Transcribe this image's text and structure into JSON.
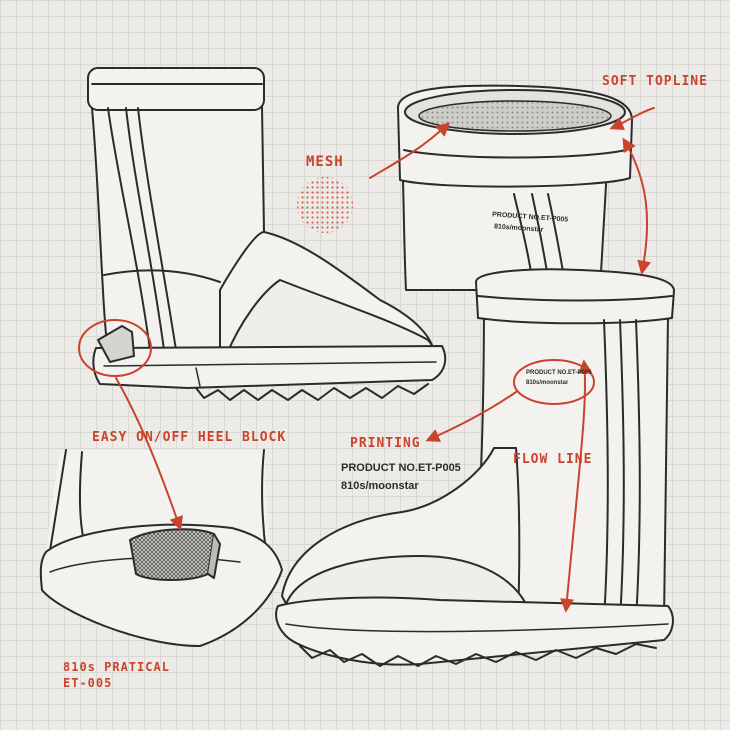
{
  "annotations": {
    "soft_topline": "SOFT TOPLINE",
    "mesh": "MESH",
    "easy_heel_block": "EASY ON/OFF HEEL BLOCK",
    "printing": "PRINTING",
    "flow_line": "FLOW LINE",
    "model_name": "810s PRATICAL",
    "model_code": "ET-005"
  },
  "printed_labels": {
    "product_no": "PRODUCT NO.ET-P005",
    "brand": "810s/moonstar"
  },
  "colors": {
    "background": "#ecebe8",
    "grid": "#d9d8d4",
    "ink": "#2b2b2b",
    "annotation": "#c9432d"
  }
}
